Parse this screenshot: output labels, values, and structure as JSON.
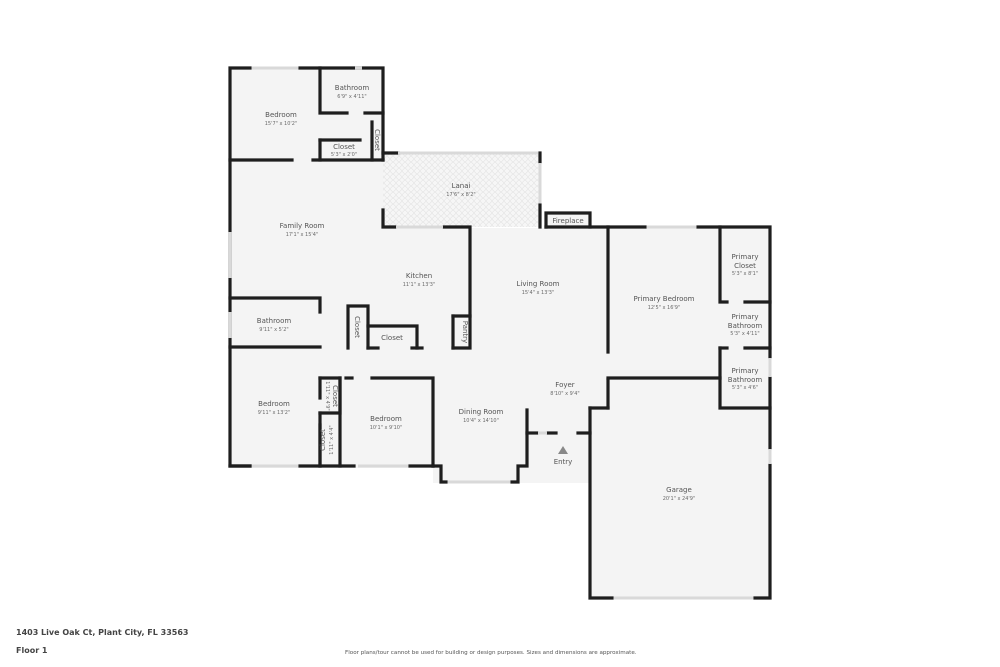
{
  "plan": {
    "address": "1403 Live Oak Ct, Plant City, FL 33563",
    "floor_label": "Floor 1",
    "disclaimer": "Floor plans/tour cannot be used for building or design purposes. Sizes and dimensions are approximate."
  },
  "rooms": {
    "bedroom_nw": {
      "name": "Bedroom",
      "dim": "15'7\" x 10'2\""
    },
    "bathroom_n": {
      "name": "Bathroom",
      "dim": "6'9\" x 4'11\""
    },
    "closet_n": {
      "name": "Closet",
      "dim": "5'3\" x 2'0\""
    },
    "closet_n_vert": {
      "name": "Closet"
    },
    "lanai": {
      "name": "Lanai",
      "dim": "17'6\" x 8'2\""
    },
    "fireplace": {
      "name": "Fireplace"
    },
    "family_room": {
      "name": "Family Room",
      "dim": "17'1\" x 15'4\""
    },
    "kitchen": {
      "name": "Kitchen",
      "dim": "11'1\" x 13'3\""
    },
    "living_room": {
      "name": "Living Room",
      "dim": "15'4\" x 13'3\""
    },
    "bathroom_w": {
      "name": "Bathroom",
      "dim": "9'11\" x 5'2\""
    },
    "closet_k_vert": {
      "name": "Closet"
    },
    "closet_k": {
      "name": "Closet"
    },
    "pantry": {
      "name": "Pantry"
    },
    "bedroom_sw": {
      "name": "Bedroom",
      "dim": "9'11\" x 13'2\""
    },
    "closet_s1": {
      "name": "Closet",
      "dim": "1'11\" x 4'9\""
    },
    "closet_s2": {
      "name": "Closet",
      "dim": "1'11\" x 4'4\""
    },
    "bedroom_s": {
      "name": "Bedroom",
      "dim": "10'1\" x 9'10\""
    },
    "dining_room": {
      "name": "Dining Room",
      "dim": "10'4\" x 14'10\""
    },
    "foyer": {
      "name": "Foyer",
      "dim": "8'10\" x 9'4\""
    },
    "entry": {
      "name": "Entry"
    },
    "primary_bedroom": {
      "name": "Primary Bedroom",
      "dim": "12'5\" x 16'9\""
    },
    "primary_closet": {
      "name1": "Primary",
      "name2": "Closet",
      "dim": "5'3\" x 8'1\""
    },
    "primary_bath1": {
      "name1": "Primary",
      "name2": "Bathroom",
      "dim": "5'3\" x 4'11\""
    },
    "primary_bath2": {
      "name1": "Primary",
      "name2": "Bathroom",
      "dim": "5'3\" x 4'6\""
    },
    "garage": {
      "name": "Garage",
      "dim": "20'1\" x 24'9\""
    }
  },
  "colors": {
    "wall": "#1e1e1e",
    "floor": "#f4f4f4",
    "window": "#d9d9d9",
    "label": "#555555"
  }
}
